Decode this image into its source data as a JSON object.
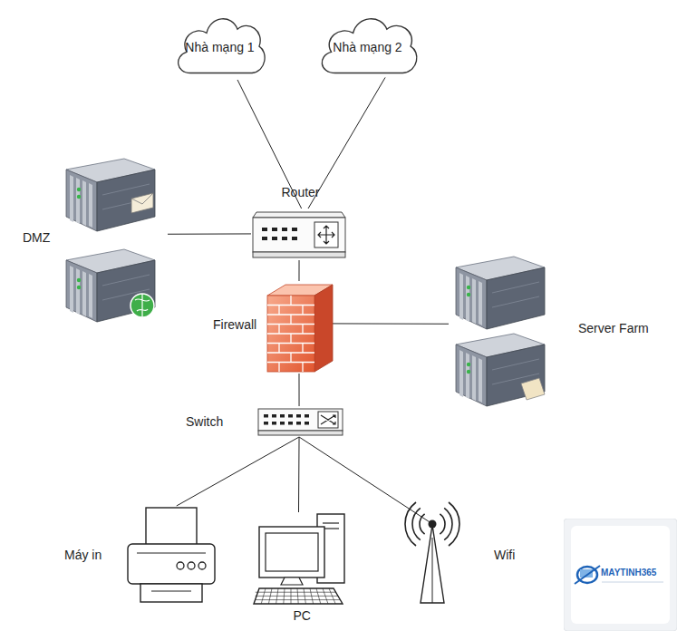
{
  "diagram": {
    "nodes": [
      {
        "text": [
          "Nhà mạng 1"
        ]
      },
      {
        "text": [
          "Nhà mạng 2"
        ]
      },
      {
        "text": [
          "Router"
        ]
      },
      {
        "text": [
          "DMZ"
        ]
      },
      {
        "text": [
          "Firewall"
        ]
      },
      {
        "text": [
          "Server Farm"
        ]
      },
      {
        "text": [
          "Switch"
        ]
      },
      {
        "text": [
          "Máy in"
        ]
      },
      {
        "text": [
          "PC"
        ]
      },
      {
        "text": [
          "Wifi"
        ]
      }
    ],
    "edges": [
      {
        "from": 0,
        "to": 2,
        "arrow": "none"
      },
      {
        "from": 1,
        "to": 2,
        "arrow": "none"
      },
      {
        "from": 2,
        "to": 3,
        "arrow": "none"
      },
      {
        "from": 2,
        "to": 4,
        "arrow": "none"
      },
      {
        "from": 4,
        "to": 5,
        "arrow": "none"
      },
      {
        "from": 4,
        "to": 6,
        "arrow": "none"
      },
      {
        "from": 6,
        "to": 7,
        "arrow": "none"
      },
      {
        "from": 6,
        "to": 8,
        "arrow": "none"
      },
      {
        "from": 6,
        "to": 9,
        "arrow": "none"
      }
    ],
    "labels": [
      "MAYTINH365"
    ]
  }
}
